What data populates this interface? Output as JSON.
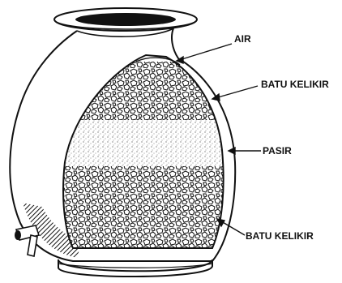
{
  "diagram": {
    "labels": {
      "air": "AIR",
      "batu_kelikir_top": "BATU KELIKIR",
      "pasir": "PASIR",
      "batu_kelikir_bottom": "BATU KELIKIR"
    },
    "colors": {
      "ink": "#111111",
      "background": "#ffffff",
      "sand": "#d8d8d8"
    }
  }
}
